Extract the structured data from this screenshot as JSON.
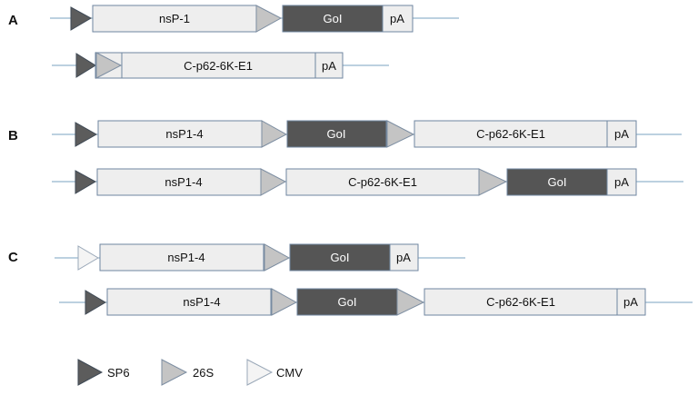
{
  "colors": {
    "line": "#7aa3c2",
    "box_light": "#eeeeee",
    "box_dark": "#555555",
    "box_stroke": "#6f86a0",
    "tri_dark": "#5c5c5c",
    "tri_mid": "#c4c4c4",
    "tri_light": "#f4f4f4",
    "text_light": "#ffffff"
  },
  "rows": {
    "A": "A",
    "B": "B",
    "C": "C"
  },
  "constructs": {
    "a1": {
      "nsp": "nsP-1",
      "goi": "GoI",
      "pa": "pA"
    },
    "a2": {
      "structural": "C-p62-6K-E1",
      "pa": "pA"
    },
    "b1": {
      "nsp": "nsP1-4",
      "goi": "GoI",
      "structural": "C-p62-6K-E1",
      "pa": "pA"
    },
    "b2": {
      "nsp": "nsP1-4",
      "structural": "C-p62-6K-E1",
      "goi": "GoI",
      "pa": "pA"
    },
    "c1": {
      "nsp": "nsP1-4",
      "goi": "GoI",
      "pa": "pA"
    },
    "c2": {
      "nsp": "nsP1-4",
      "goi": "GoI",
      "structural": "C-p62-6K-E1",
      "pa": "pA"
    }
  },
  "legend": [
    {
      "label": "SP6",
      "icon": "sp6-promoter-icon"
    },
    {
      "label": "26S",
      "icon": "26s-promoter-icon"
    },
    {
      "label": "CMV",
      "icon": "cmv-promoter-icon"
    }
  ]
}
